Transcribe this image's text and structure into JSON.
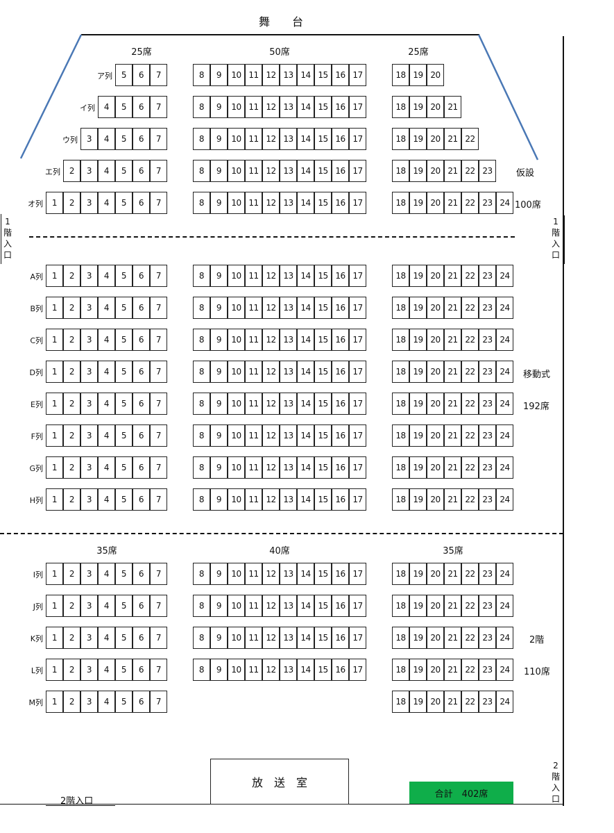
{
  "stage": "舞　　台",
  "front_sections": [
    "25席",
    "50席",
    "25席"
  ],
  "rear_sections": [
    "35席",
    "40席",
    "35席"
  ],
  "front_rows": [
    {
      "label": "ア列",
      "left": [
        "5",
        "6",
        "7"
      ],
      "center": [
        "8",
        "9",
        "10",
        "11",
        "12",
        "13",
        "14",
        "15",
        "16",
        "17"
      ],
      "right": [
        "18",
        "19",
        "20"
      ]
    },
    {
      "label": "イ列",
      "left": [
        "4",
        "5",
        "6",
        "7"
      ],
      "center": [
        "8",
        "9",
        "10",
        "11",
        "12",
        "13",
        "14",
        "15",
        "16",
        "17"
      ],
      "right": [
        "18",
        "19",
        "20",
        "21"
      ]
    },
    {
      "label": "ウ列",
      "left": [
        "3",
        "4",
        "5",
        "6",
        "7"
      ],
      "center": [
        "8",
        "9",
        "10",
        "11",
        "12",
        "13",
        "14",
        "15",
        "16",
        "17"
      ],
      "right": [
        "18",
        "19",
        "20",
        "21",
        "22"
      ]
    },
    {
      "label": "エ列",
      "left": [
        "2",
        "3",
        "4",
        "5",
        "6",
        "7"
      ],
      "center": [
        "8",
        "9",
        "10",
        "11",
        "12",
        "13",
        "14",
        "15",
        "16",
        "17"
      ],
      "right": [
        "18",
        "19",
        "20",
        "21",
        "22",
        "23"
      ]
    },
    {
      "label": "オ列",
      "left": [
        "1",
        "2",
        "3",
        "4",
        "5",
        "6",
        "7"
      ],
      "center": [
        "8",
        "9",
        "10",
        "11",
        "12",
        "13",
        "14",
        "15",
        "16",
        "17"
      ],
      "right": [
        "18",
        "19",
        "20",
        "21",
        "22",
        "23",
        "24"
      ]
    }
  ],
  "middle_rows": [
    {
      "label": "A列",
      "left": [
        "1",
        "2",
        "3",
        "4",
        "5",
        "6",
        "7"
      ],
      "center": [
        "8",
        "9",
        "10",
        "11",
        "12",
        "13",
        "14",
        "15",
        "16",
        "17"
      ],
      "right": [
        "18",
        "19",
        "20",
        "21",
        "22",
        "23",
        "24"
      ]
    },
    {
      "label": "B列",
      "left": [
        "1",
        "2",
        "3",
        "4",
        "5",
        "6",
        "7"
      ],
      "center": [
        "8",
        "9",
        "10",
        "11",
        "12",
        "13",
        "14",
        "15",
        "16",
        "17"
      ],
      "right": [
        "18",
        "19",
        "20",
        "21",
        "22",
        "23",
        "24"
      ]
    },
    {
      "label": "C列",
      "left": [
        "1",
        "2",
        "3",
        "4",
        "5",
        "6",
        "7"
      ],
      "center": [
        "8",
        "9",
        "10",
        "11",
        "12",
        "13",
        "14",
        "15",
        "16",
        "17"
      ],
      "right": [
        "18",
        "19",
        "20",
        "21",
        "22",
        "23",
        "24"
      ]
    },
    {
      "label": "D列",
      "left": [
        "1",
        "2",
        "3",
        "4",
        "5",
        "6",
        "7"
      ],
      "center": [
        "8",
        "9",
        "10",
        "11",
        "12",
        "13",
        "14",
        "15",
        "16",
        "17"
      ],
      "right": [
        "18",
        "19",
        "20",
        "21",
        "22",
        "23",
        "24"
      ]
    },
    {
      "label": "E列",
      "left": [
        "1",
        "2",
        "3",
        "4",
        "5",
        "6",
        "7"
      ],
      "center": [
        "8",
        "9",
        "10",
        "11",
        "12",
        "13",
        "14",
        "15",
        "16",
        "17"
      ],
      "right": [
        "18",
        "19",
        "20",
        "21",
        "22",
        "23",
        "24"
      ]
    },
    {
      "label": "F列",
      "left": [
        "1",
        "2",
        "3",
        "4",
        "5",
        "6",
        "7"
      ],
      "center": [
        "8",
        "9",
        "10",
        "11",
        "12",
        "13",
        "14",
        "15",
        "16",
        "17"
      ],
      "right": [
        "18",
        "19",
        "20",
        "21",
        "22",
        "23",
        "24"
      ]
    },
    {
      "label": "G列",
      "left": [
        "1",
        "2",
        "3",
        "4",
        "5",
        "6",
        "7"
      ],
      "center": [
        "8",
        "9",
        "10",
        "11",
        "12",
        "13",
        "14",
        "15",
        "16",
        "17"
      ],
      "right": [
        "18",
        "19",
        "20",
        "21",
        "22",
        "23",
        "24"
      ]
    },
    {
      "label": "H列",
      "left": [
        "1",
        "2",
        "3",
        "4",
        "5",
        "6",
        "7"
      ],
      "center": [
        "8",
        "9",
        "10",
        "11",
        "12",
        "13",
        "14",
        "15",
        "16",
        "17"
      ],
      "right": [
        "18",
        "19",
        "20",
        "21",
        "22",
        "23",
        "24"
      ]
    }
  ],
  "rear_rows": [
    {
      "label": "I列",
      "left": [
        "1",
        "2",
        "3",
        "4",
        "5",
        "6",
        "7"
      ],
      "center": [
        "8",
        "9",
        "10",
        "11",
        "12",
        "13",
        "14",
        "15",
        "16",
        "17"
      ],
      "right": [
        "18",
        "19",
        "20",
        "21",
        "22",
        "23",
        "24"
      ]
    },
    {
      "label": "J列",
      "left": [
        "1",
        "2",
        "3",
        "4",
        "5",
        "6",
        "7"
      ],
      "center": [
        "8",
        "9",
        "10",
        "11",
        "12",
        "13",
        "14",
        "15",
        "16",
        "17"
      ],
      "right": [
        "18",
        "19",
        "20",
        "21",
        "22",
        "23",
        "24"
      ]
    },
    {
      "label": "K列",
      "left": [
        "1",
        "2",
        "3",
        "4",
        "5",
        "6",
        "7"
      ],
      "center": [
        "8",
        "9",
        "10",
        "11",
        "12",
        "13",
        "14",
        "15",
        "16",
        "17"
      ],
      "right": [
        "18",
        "19",
        "20",
        "21",
        "22",
        "23",
        "24"
      ]
    },
    {
      "label": "L列",
      "left": [
        "1",
        "2",
        "3",
        "4",
        "5",
        "6",
        "7"
      ],
      "center": [
        "8",
        "9",
        "10",
        "11",
        "12",
        "13",
        "14",
        "15",
        "16",
        "17"
      ],
      "right": [
        "18",
        "19",
        "20",
        "21",
        "22",
        "23",
        "24"
      ]
    },
    {
      "label": "M列",
      "left": [
        "1",
        "2",
        "3",
        "4",
        "5",
        "6",
        "7"
      ],
      "center": [],
      "right": [
        "18",
        "19",
        "20",
        "21",
        "22",
        "23",
        "24"
      ]
    }
  ],
  "side_notes": {
    "temporary": "仮設",
    "temporary_count": "100席",
    "movable": "移動式",
    "movable_count": "192席",
    "floor2": "2階",
    "floor2_count": "110席"
  },
  "entrances": {
    "floor1_left": [
      "1",
      "階",
      "入",
      "口"
    ],
    "floor1_right": [
      "1",
      "階",
      "入",
      "口"
    ],
    "floor2_right": [
      "2",
      "階",
      "入",
      "口"
    ],
    "floor2_bottom": "2階入口"
  },
  "broadcast_room": "放　送　室",
  "total": "合計　402席",
  "colors": {
    "stage_lines": "#4a78b5",
    "total_bg": "#0fae4a",
    "border": "#222222"
  }
}
